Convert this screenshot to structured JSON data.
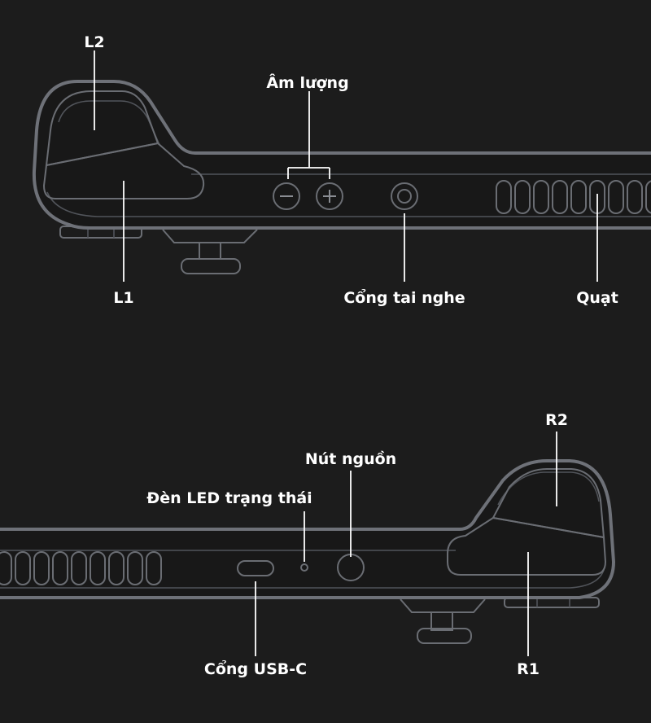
{
  "labels": {
    "l2": "L2",
    "l1": "L1",
    "volume": "Âm lượng",
    "headphone_port": "Cổng tai nghe",
    "fan": "Quạt",
    "r2": "R2",
    "r1": "R1",
    "power_button": "Nút nguồn",
    "status_led": "Đèn LED trạng thái",
    "usb_c_port": "Cổng USB-C"
  },
  "colors": {
    "background": "#1c1c1c",
    "outline": "#6e7178",
    "label": "#ffffff"
  },
  "icons": {
    "volume_down": "minus-icon",
    "volume_up": "plus-icon"
  }
}
